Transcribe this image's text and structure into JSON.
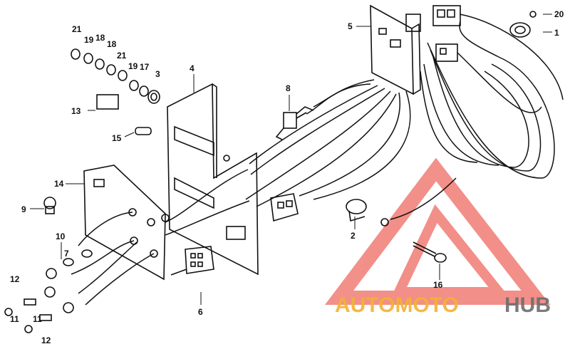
{
  "callouts": {
    "c1": "1",
    "c2": "2",
    "c3": "3",
    "c4": "4",
    "c5": "5",
    "c6": "6",
    "c7": "7",
    "c8": "8",
    "c9": "9",
    "c10": "10",
    "c11a": "11",
    "c11b": "11",
    "c12a": "12",
    "c12b": "12",
    "c13": "13",
    "c14": "14",
    "c15": "15",
    "c16": "16",
    "c17": "17",
    "c18a": "18",
    "c18b": "18",
    "c19a": "19",
    "c19b": "19",
    "c20": "20",
    "c21a": "21",
    "c21b": "21"
  },
  "watermark": {
    "part1": "AUTOMOTO",
    "part2": "HUB"
  },
  "colors": {
    "line": "#111111",
    "wm_red": "#e8342a",
    "wm_yellow": "#f2b233",
    "wm_gray": "#6d6d6d"
  }
}
